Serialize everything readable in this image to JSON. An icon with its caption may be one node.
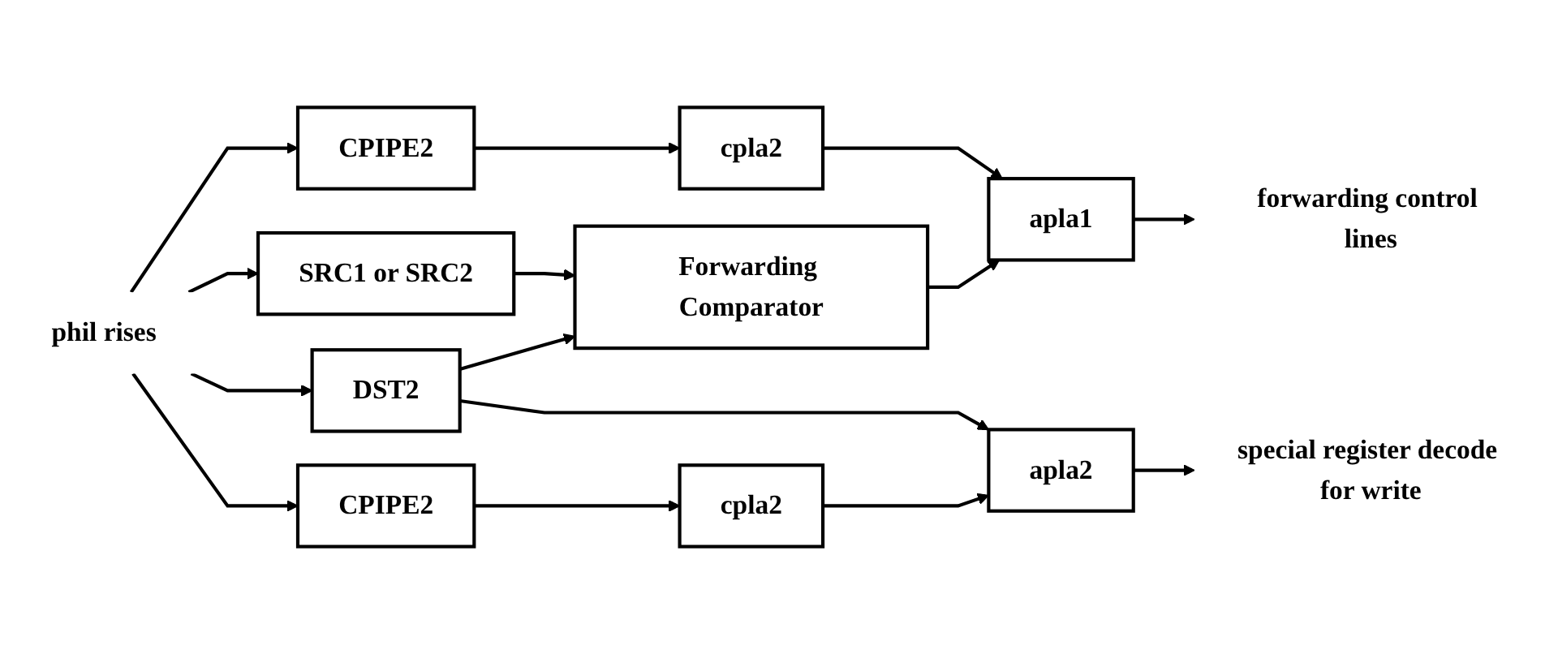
{
  "diagram": {
    "nodes": [
      {
        "text": [
          "CPIPE2"
        ]
      },
      {
        "text": [
          "cpla2"
        ]
      },
      {
        "text": [
          "apla1"
        ]
      },
      {
        "text": [
          "forwarding control lines"
        ]
      },
      {
        "text": [
          "SRC1 or SRC2"
        ]
      },
      {
        "text": [
          "Forwarding Comparator"
        ]
      },
      {
        "text": [
          "phil rises"
        ]
      },
      {
        "text": [
          "DST2"
        ]
      },
      {
        "text": [
          "CPIPE2"
        ]
      },
      {
        "text": [
          "cpla2"
        ]
      },
      {
        "text": [
          "apla2"
        ]
      },
      {
        "text": [
          "special register decode for write"
        ]
      }
    ],
    "edges": [
      {
        "from": 0,
        "to": 1,
        "arrow": "to"
      },
      {
        "from": 1,
        "to": 2,
        "arrow": "to"
      },
      {
        "from": 2,
        "to": 3,
        "arrow": "to"
      },
      {
        "from": 6,
        "to": 0,
        "arrow": "to"
      },
      {
        "from": 6,
        "to": 4,
        "arrow": "to"
      },
      {
        "from": 6,
        "to": 7,
        "arrow": "to"
      },
      {
        "from": 6,
        "to": 8,
        "arrow": "to"
      },
      {
        "from": 4,
        "to": 5,
        "arrow": "to"
      },
      {
        "from": 7,
        "to": 5,
        "arrow": "to"
      },
      {
        "from": 5,
        "to": 2,
        "arrow": "to"
      },
      {
        "from": 7,
        "to": 10,
        "arrow": "to"
      },
      {
        "from": 8,
        "to": 9,
        "arrow": "to"
      },
      {
        "from": 9,
        "to": 10,
        "arrow": "to"
      },
      {
        "from": 10,
        "to": 11,
        "arrow": "to"
      }
    ]
  }
}
